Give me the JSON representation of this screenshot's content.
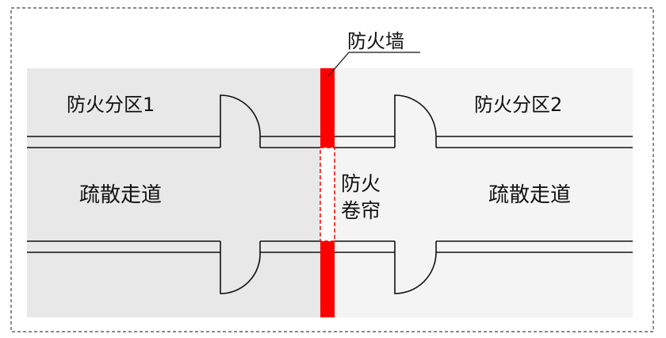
{
  "labels": {
    "firewall": "防火墙",
    "zone1": "防火分区1",
    "zone2": "防火分区2",
    "corridor_left": "疏散走道",
    "corridor_right": "疏散走道",
    "shutter_line1": "防火",
    "shutter_line2": "卷帘"
  },
  "colors": {
    "zone1_fill": "#e8e8e8",
    "zone2_fill": "#f4f4f4",
    "firewall": "#ff0000",
    "line": "#111111",
    "border": "#444444"
  }
}
